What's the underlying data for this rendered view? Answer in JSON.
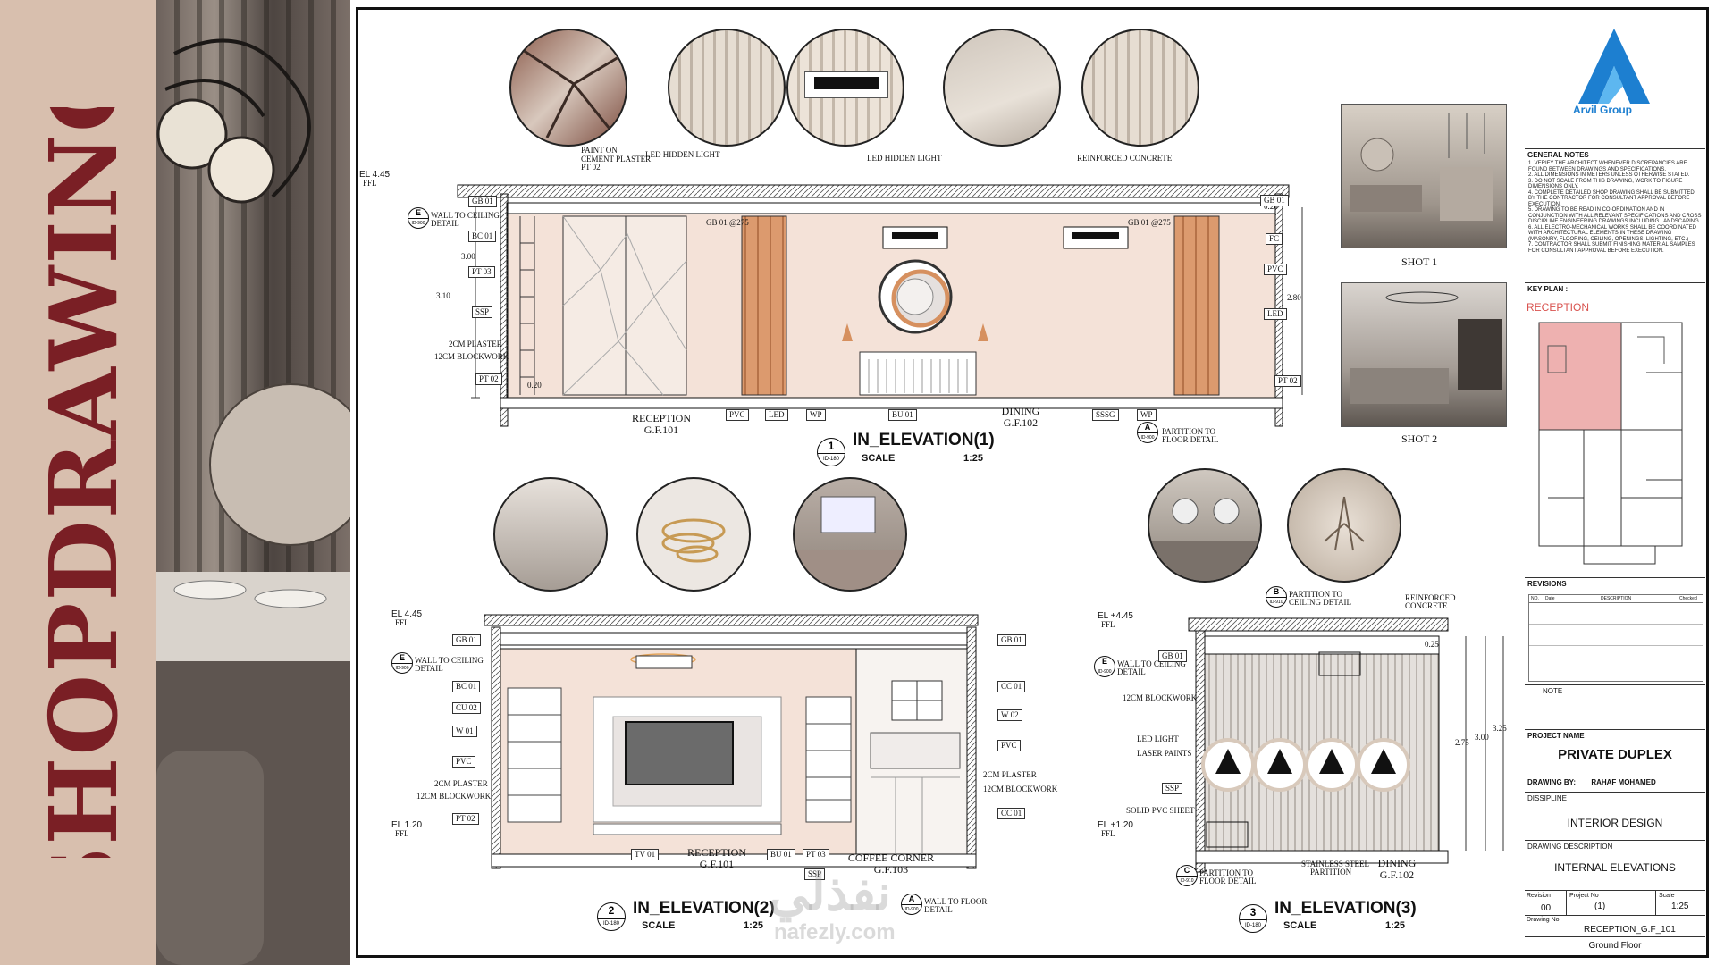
{
  "sidebar": {
    "title": "SHOPDRAWING"
  },
  "elevations": [
    {
      "number": "1",
      "ref": "ID-180",
      "title": "IN_ELEVATION(1)",
      "scale_label": "SCALE",
      "scale": "1:25",
      "level_top": "EL 4.45",
      "level_top_sub": "FFL",
      "rooms": [
        {
          "name": "RECEPTION",
          "code": "G.F.101"
        },
        {
          "name": "DINING",
          "code": "G.F.102"
        }
      ],
      "left_tags": [
        "GB 01",
        "BC 01",
        "PT 03",
        "SSP",
        "PT 02"
      ],
      "right_tags": [
        "GB 01",
        "FC",
        "PVC",
        "LED",
        "PT 02"
      ],
      "bottom_tags": [
        "PVC",
        "LED",
        "WP",
        "BU 01",
        "SSSG",
        "WP"
      ],
      "labels": [
        "PAINT ON",
        "CEMENT PLASTER",
        "PT 02",
        "LED HIDDEN LIGHT",
        "LED HIDDEN LIGHT",
        "REINFORCED CONCRETE",
        "WALL TO CEILING",
        "DETAIL",
        "2CM PLASTER",
        "12CM BLOCKWORK",
        "GB 01 @275",
        "GB 01 @275",
        "PARTITION TO",
        "FLOOR DETAIL"
      ],
      "markers": [
        {
          "n": "E",
          "r": "ID-900"
        },
        {
          "n": "A",
          "r": "ID-900"
        }
      ],
      "dims": [
        "3.00",
        "3.10",
        "2.80",
        "0.20",
        "0.20"
      ]
    },
    {
      "number": "2",
      "ref": "ID-180",
      "title": "IN_ELEVATION(2)",
      "scale_label": "SCALE",
      "scale": "1:25",
      "level_top": "EL 4.45",
      "level_top_sub": "FFL",
      "level_bottom": "EL 1.20",
      "level_bottom_sub": "FFL",
      "rooms": [
        {
          "name": "RECEPTION",
          "code": "G.F.101"
        },
        {
          "name": "COFFEE CORNER",
          "code": "G.F.103"
        }
      ],
      "left_tags": [
        "GB 01",
        "BC 01",
        "CU 02",
        "W 01",
        "PVC",
        "PT 02"
      ],
      "right_tags": [
        "GB 01",
        "CC 01",
        "W 02",
        "PVC",
        "CC 01"
      ],
      "bottom_tags": [
        "TV 01",
        "BU 01",
        "PT 03",
        "SSP"
      ],
      "labels": [
        "WALL TO CEILING",
        "DETAIL",
        "2CM PLASTER",
        "12CM BLOCKWORK",
        "2CM PLASTER",
        "12CM BLOCKWORK",
        "WALL TO FLOOR",
        "DETAIL"
      ],
      "markers": [
        {
          "n": "E",
          "r": "ID-900"
        },
        {
          "n": "A",
          "r": "ID-900"
        }
      ]
    },
    {
      "number": "3",
      "ref": "ID-180",
      "title": "IN_ELEVATION(3)",
      "scale_label": "SCALE",
      "scale": "1:25",
      "level_top": "EL +4.45",
      "level_top_sub": "FFL",
      "level_bottom": "EL +1.20",
      "level_bottom_sub": "FFL",
      "rooms": [
        {
          "name": "DINING",
          "code": "G.F.102"
        }
      ],
      "left_tags": [
        "GB 01",
        "SSP"
      ],
      "labels": [
        "PARTITION TO",
        "CEILING DETAIL",
        "REINFORCED",
        "CONCRETE",
        "WALL TO CEILING",
        "DETAIL",
        "12CM BLOCKWORK",
        "LED LIGHT",
        "LASER PAINTS",
        "SOLID PVC SHEET",
        "STAINLESS STEEL",
        "PARTITION",
        "PARTITION TO",
        "FLOOR DETAIL"
      ],
      "markers": [
        {
          "n": "B",
          "r": "ID-910"
        },
        {
          "n": "E",
          "r": "ID-900"
        },
        {
          "n": "C",
          "r": "ID-910"
        }
      ],
      "dims": [
        "0.25",
        "2.75",
        "3.00",
        "3.25"
      ]
    }
  ],
  "shots": [
    {
      "label": "SHOT 1"
    },
    {
      "label": "SHOT 2"
    }
  ],
  "title_block": {
    "logo": "Arvil Group",
    "general_notes_head": "GENERAL NOTES",
    "general_notes": [
      "1. VERIFY THE ARCHITECT WHENEVER DISCREPANCIES ARE FOUND BETWEEN DRAWINGS AND SPECIFICATIONS.",
      "2. ALL DIMENSIONS IN METERS UNLESS OTHERWISE STATED.",
      "3. DO NOT SCALE FROM THIS DRAWING, WORK TO FIGURE DIMENSIONS ONLY.",
      "4. COMPLETE DETAILED SHOP DRAWING SHALL BE SUBMITTED BY THE CONTRACTOR FOR CONSULTANT APPROVAL BEFORE EXECUTION.",
      "5. DRAWING TO BE READ IN CO-ORDINATION AND IN CONJUNCTION WITH ALL RELEVANT SPECIFICATIONS AND CROSS DISCIPLINE ENGINEERING DRAWINGS INCLUDING LANDSCAPING.",
      "6. ALL ELECTRO-MECHANICAL WORKS SHALL BE COORDINATED WITH ARCHITECTURAL ELEMENTS IN THESE DRAWING (MASONRY, FLOORING, CEILING, OPENINGS, LIGHTING, ETC.)",
      "7. CONTRACTOR SHALL SUBMIT FINISHING MATERIAL SAMPLES FOR CONSULTANT APPROVAL BEFORE EXECUTION."
    ],
    "key_plan_head": "KEY PLAN :",
    "key_plan_highlight": "RECEPTION",
    "revisions_head": "REVISIONS",
    "revision_cols": [
      "NO.",
      "Date",
      "DESCRIPTION",
      "Checked"
    ],
    "note_head": "NOTE",
    "project_name_head": "PROJECT NAME",
    "project_name": "PRIVATE DUPLEX",
    "drawing_by_head": "DRAWING BY:",
    "drawing_by": "RAHAF MOHAMED",
    "discipline_head": "DISSIPLINE",
    "discipline": "INTERIOR DESIGN",
    "drawing_desc_head": "DRAWING DESCRIPTION",
    "drawing_desc": "INTERNAL ELEVATIONS",
    "revision_head": "Revision",
    "revision": "00",
    "project_no_head": "Project No",
    "project_no": "(1)",
    "scale_head": "Scale",
    "scale": "1:25",
    "drawing_no_head": "Drawing No",
    "drawing_no": "RECEPTION_G.F_101",
    "floor": "Ground Floor"
  },
  "watermark": {
    "arabic": "نفذلي",
    "latin": "nafezly.com"
  },
  "colors": {
    "accent_maroon": "#7a1f25",
    "sidebar_bg": "#d8bfae",
    "wall_pink": "#f4e2d8",
    "wood": "#dc9a6e",
    "logo_blue": "#1d7fd0",
    "keyplan_red": "#d9534f"
  }
}
